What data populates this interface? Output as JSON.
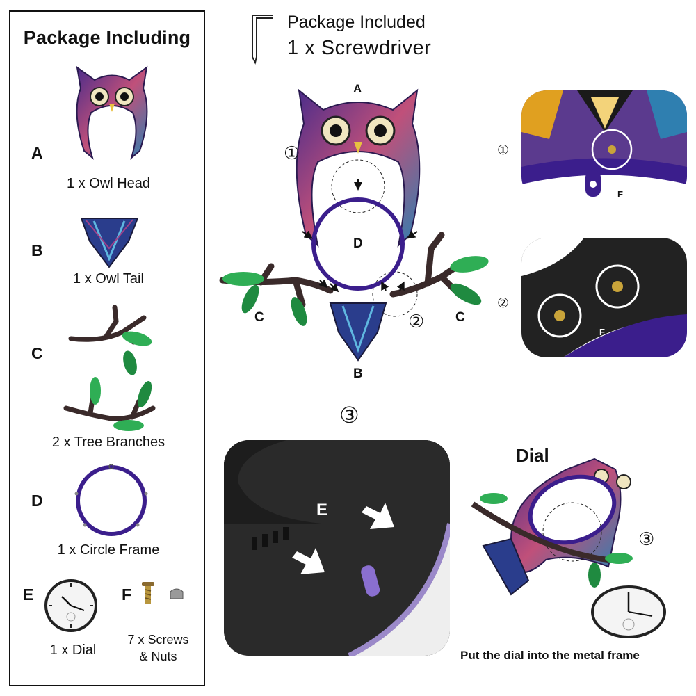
{
  "panel": {
    "title": "Package Including",
    "items": [
      {
        "letter": "A",
        "caption": "1 x Owl Head",
        "icon": "owl-head-icon"
      },
      {
        "letter": "B",
        "caption": "1 x Owl Tail",
        "icon": "owl-tail-icon"
      },
      {
        "letter": "C",
        "caption": "2 x Tree Branches",
        "icon": "tree-branch-icon"
      },
      {
        "letter": "D",
        "caption": "1 x Circle Frame",
        "icon": "circle-frame-icon"
      },
      {
        "letter": "E",
        "caption": "1 x Dial",
        "icon": "clock-dial-icon"
      },
      {
        "letter": "F",
        "caption_line1": "7 x  Screws",
        "caption_line2": "& Nuts",
        "icon": "screw-nut-icon"
      }
    ]
  },
  "header": {
    "line1": "Package Included",
    "line2": "1 x Screwdriver",
    "icon": "screwdriver-icon"
  },
  "assembly": {
    "label_a": "A",
    "label_b": "B",
    "label_c_left": "C",
    "label_c_right": "C",
    "label_d": "D",
    "step1": "①",
    "step2": "②"
  },
  "detail1": {
    "step": "①",
    "label": "F"
  },
  "detail2": {
    "step": "②",
    "label": "F"
  },
  "step3": {
    "marker": "③",
    "label_e": "E"
  },
  "dial": {
    "title": "Dial",
    "step": "③",
    "caption": "Put the dial into the metal frame"
  },
  "colors": {
    "frame_purple": "#3b1e8c",
    "leaf_green": "#2fae55",
    "branch_dark": "#3a2a2a"
  }
}
